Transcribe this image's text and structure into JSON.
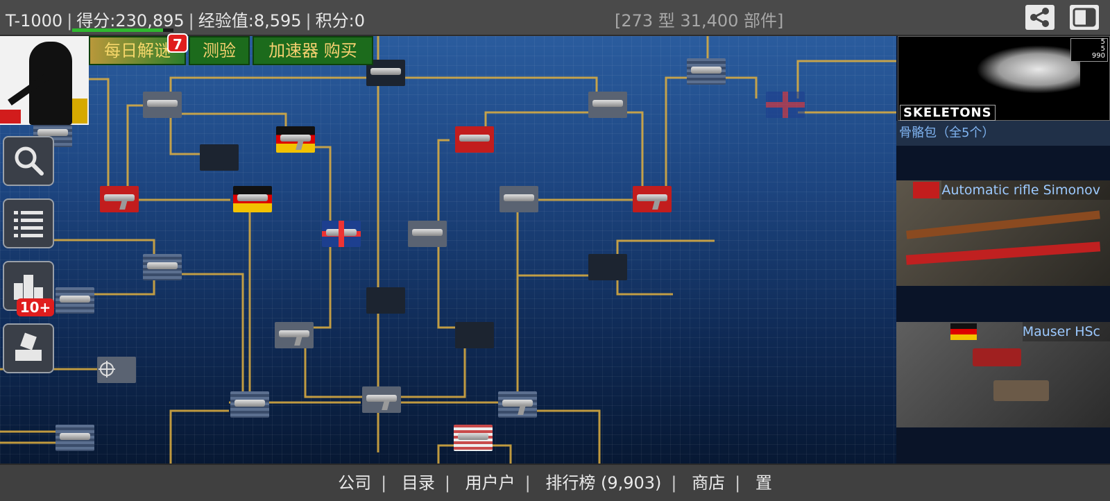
{
  "topbar": {
    "player_name": "T-1000",
    "score": "得分:230,895",
    "xp": "经验值:8,595",
    "points": "积分:0",
    "parts_summary": "[273 型 31,400 部件]",
    "xp_progress": 0.9
  },
  "tabs": {
    "daily_puzzle": "每日解谜",
    "daily_badge": "7",
    "quiz": "测验",
    "accelerator_buy": "加速器 购买"
  },
  "sidebar": {
    "leaderboard_badge": "10+"
  },
  "right_panel": {
    "skeleton_label": "SKELETONS",
    "skeleton_counts": [
      "5",
      "5",
      "990"
    ],
    "skeleton_pack": "骨骼包（全5个）",
    "cards": [
      {
        "title": "Automatic rifle Simonov",
        "flag": "ussr"
      },
      {
        "title": "Mauser HSc",
        "flag": "germany"
      }
    ]
  },
  "bottom_nav": {
    "company": "公司",
    "catalog": "目录",
    "user": "用户户",
    "leaderboard": "排行榜 (9,903)",
    "shop": "商店",
    "settings": "置"
  },
  "colors": {
    "link_line": "#e0b040",
    "tab_green": "#1c6b1c",
    "badge_red": "#e01d1d",
    "card_title": "#9cc9ff"
  }
}
